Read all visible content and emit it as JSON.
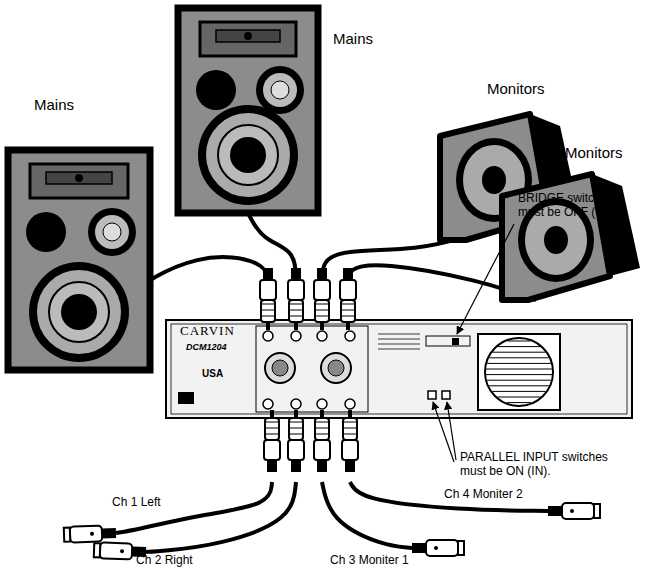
{
  "diagram": {
    "labels": [
      "Mains",
      "Mains",
      "Monitors",
      "Monitors",
      "CARVIN",
      "DCM1204",
      "USA",
      "BRIDGE switch must be OFF (OUT).",
      "PARALLEL INPUT switches must be ON (IN).",
      "Ch 1 Left",
      "Ch 4 Moniter 2",
      "Ch 2 Right",
      "Ch 3 Moniter 1"
    ]
  }
}
